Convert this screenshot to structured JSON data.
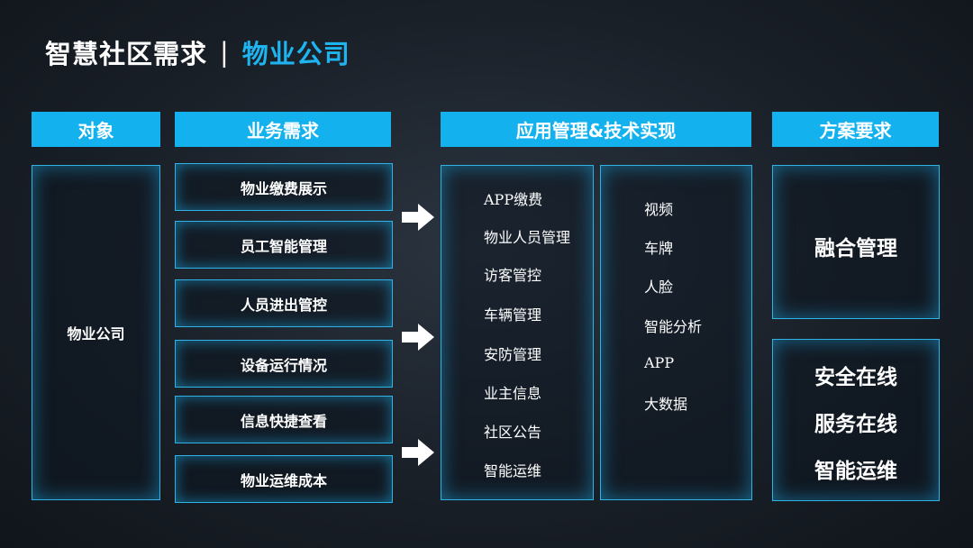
{
  "title": {
    "main": "智慧社区需求",
    "separator": "|",
    "accent": "物业公司"
  },
  "headers": {
    "object": "对象",
    "needs": "业务需求",
    "apps": "应用管理&技术实现",
    "requirements": "方案要求"
  },
  "object": {
    "label": "物业公司"
  },
  "needs": [
    "物业缴费展示",
    "员工智能管理",
    "人员进出管控",
    "设备运行情况",
    "信息快捷查看",
    "物业运维成本"
  ],
  "apps_left": [
    "APP缴费",
    "物业人员管理",
    "访客管控",
    "车辆管理",
    "安防管理",
    "业主信息",
    "社区公告",
    "智能运维"
  ],
  "apps_right": [
    "视频",
    "车牌",
    "人脸",
    "智能分析",
    "APP",
    "大数据"
  ],
  "requirements": {
    "top": "融合管理",
    "bottom": [
      "安全在线",
      "服务在线",
      "智能运维"
    ]
  },
  "colors": {
    "accent": "#13b1ee",
    "title_accent": "#1eb4f0",
    "border": "#2fb3e6"
  },
  "icons": {
    "arrow": "right-arrow-icon"
  }
}
